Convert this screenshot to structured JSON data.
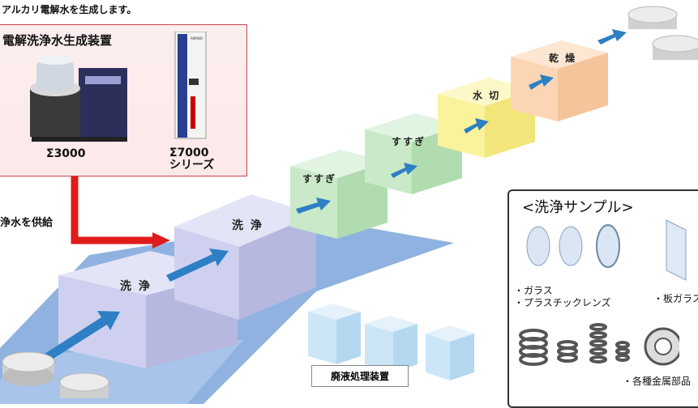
{
  "header": {
    "caption": "アルカリ電解水を生成します。"
  },
  "device_panel": {
    "title": "電解洗浄水生成装置",
    "brand": "AMANO",
    "models": [
      {
        "name": "Σ3000"
      },
      {
        "name": "Σ7000\nシリーズ"
      }
    ]
  },
  "flow": {
    "supply_label": "浄水を供給",
    "stages": [
      "洗 浄",
      "洗 浄",
      "すすぎ",
      "すすぎ",
      "水 切",
      "乾 燥"
    ],
    "waste_label": "廃液処理装置"
  },
  "samples": {
    "title": "<洗浄サンプル>",
    "items": [
      "・ガラス",
      "・プラスチックレンズ",
      "・板ガラス",
      "・各種金属部品"
    ]
  },
  "colors": {
    "panel_border": "#c8434b",
    "feed_arrow": "#e01b1b",
    "flow_arrow": "#2e7fc4",
    "floor": "#8fb2e0",
    "wash": "#cfd0ef",
    "rinse": "#c9e9c9",
    "drain": "#fbf29c",
    "dry": "#fcd6b4"
  }
}
